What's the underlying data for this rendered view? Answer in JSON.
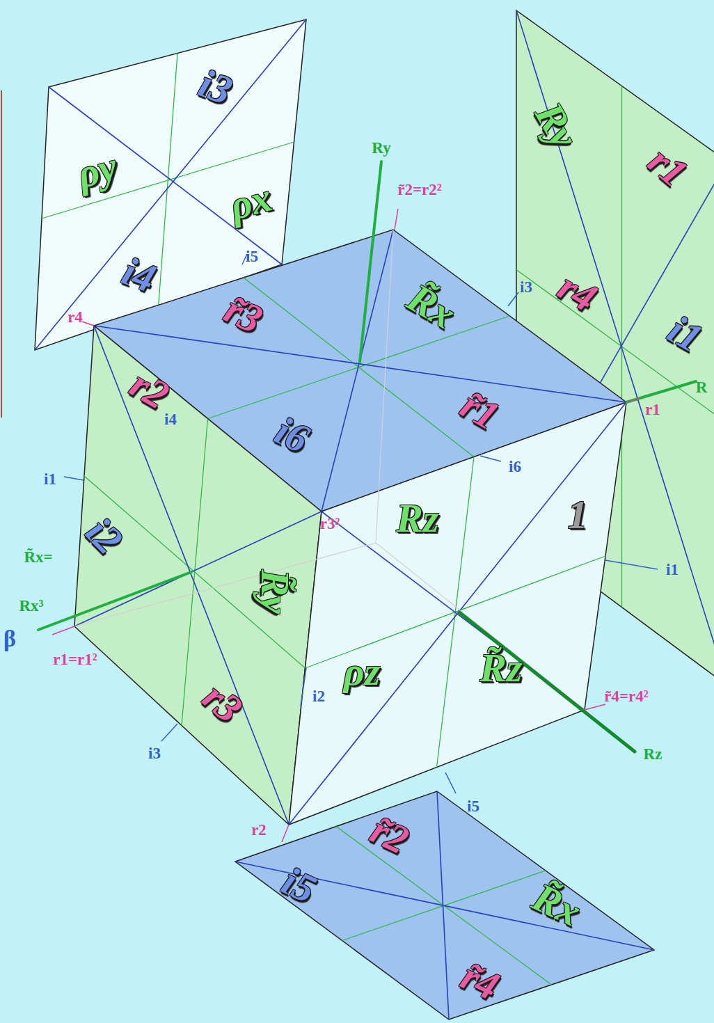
{
  "diagram": {
    "labels": [
      "i3",
      "ρy",
      "ρx",
      "i4",
      "Ry",
      "r1",
      "r4",
      "i1",
      "r̃3",
      "R̃x",
      "r2",
      "i6",
      "r̃1",
      "Rz",
      "1",
      "i2",
      "R̃y",
      "r3",
      "ρz",
      "R̃z",
      "r̃2",
      "i5",
      "R̃x",
      "r̃4",
      "Ry",
      "r̃2=r2²",
      "i5",
      "i3",
      "r4",
      "i4",
      "r1",
      "R",
      "i1",
      "i6",
      "r3²",
      "i1",
      "R̃x=",
      "Rx³",
      "β",
      "r1=r1²",
      "i2",
      "r̃4=r4²",
      "Rz",
      "i3",
      "i5",
      "r2"
    ]
  }
}
